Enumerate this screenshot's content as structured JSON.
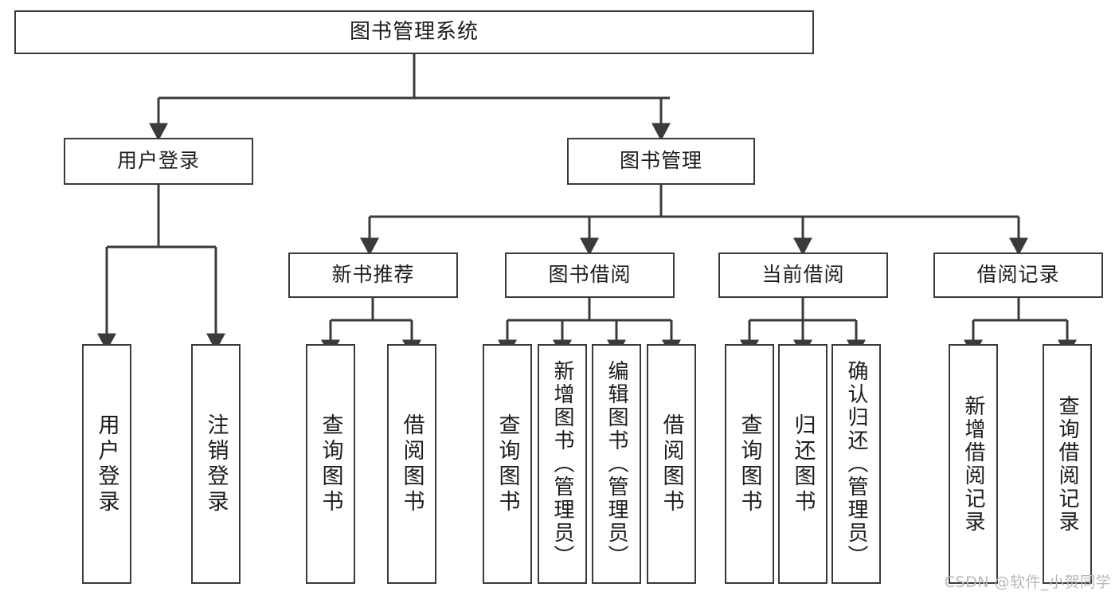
{
  "diagram": {
    "title": "图书管理系统",
    "type": "tree",
    "background_color": "#ffffff",
    "line_color": "#3a3a3a",
    "text_color": "#1c1c1c"
  },
  "nodes": {
    "root": {
      "label": "图书管理系统",
      "level": 0
    },
    "l1": [
      {
        "id": "user_login",
        "label": "用户登录",
        "level": 1
      },
      {
        "id": "book_manage",
        "label": "图书管理",
        "level": 1
      }
    ],
    "l2": [
      {
        "id": "new_book_rec",
        "label": "新书推荐",
        "level": 2,
        "parent": "book_manage"
      },
      {
        "id": "book_borrow",
        "label": "图书借阅",
        "level": 2,
        "parent": "book_manage"
      },
      {
        "id": "current_borrow",
        "label": "当前借阅",
        "level": 2,
        "parent": "book_manage"
      },
      {
        "id": "borrow_record",
        "label": "借阅记录",
        "level": 2,
        "parent": "book_manage"
      }
    ],
    "leaves": [
      {
        "id": "leaf_user_login",
        "label": "用户登录",
        "parent": "user_login"
      },
      {
        "id": "leaf_logout",
        "label": "注销登录",
        "parent": "user_login"
      },
      {
        "id": "leaf_query_book_1",
        "label": "查询图书",
        "parent": "new_book_rec"
      },
      {
        "id": "leaf_borrow_book_1",
        "label": "借阅图书",
        "parent": "new_book_rec"
      },
      {
        "id": "leaf_query_book_2",
        "label": "查询图书",
        "parent": "book_borrow"
      },
      {
        "id": "leaf_add_book",
        "label": "新增图书（管理员）",
        "parent": "book_borrow"
      },
      {
        "id": "leaf_edit_book",
        "label": "编辑图书（管理员）",
        "parent": "book_borrow"
      },
      {
        "id": "leaf_borrow_book_2",
        "label": "借阅图书",
        "parent": "book_borrow"
      },
      {
        "id": "leaf_query_book_3",
        "label": "查询图书",
        "parent": "current_borrow"
      },
      {
        "id": "leaf_return_book",
        "label": "归还图书",
        "parent": "current_borrow"
      },
      {
        "id": "leaf_confirm_return",
        "label": "确认归还（管理员）",
        "parent": "current_borrow"
      },
      {
        "id": "leaf_add_record",
        "label": "新增借阅记录",
        "parent": "borrow_record"
      },
      {
        "id": "leaf_query_record",
        "label": "查询借阅记录",
        "parent": "borrow_record"
      }
    ]
  },
  "watermark": {
    "text": "CSDN @软件_小贺同学"
  }
}
